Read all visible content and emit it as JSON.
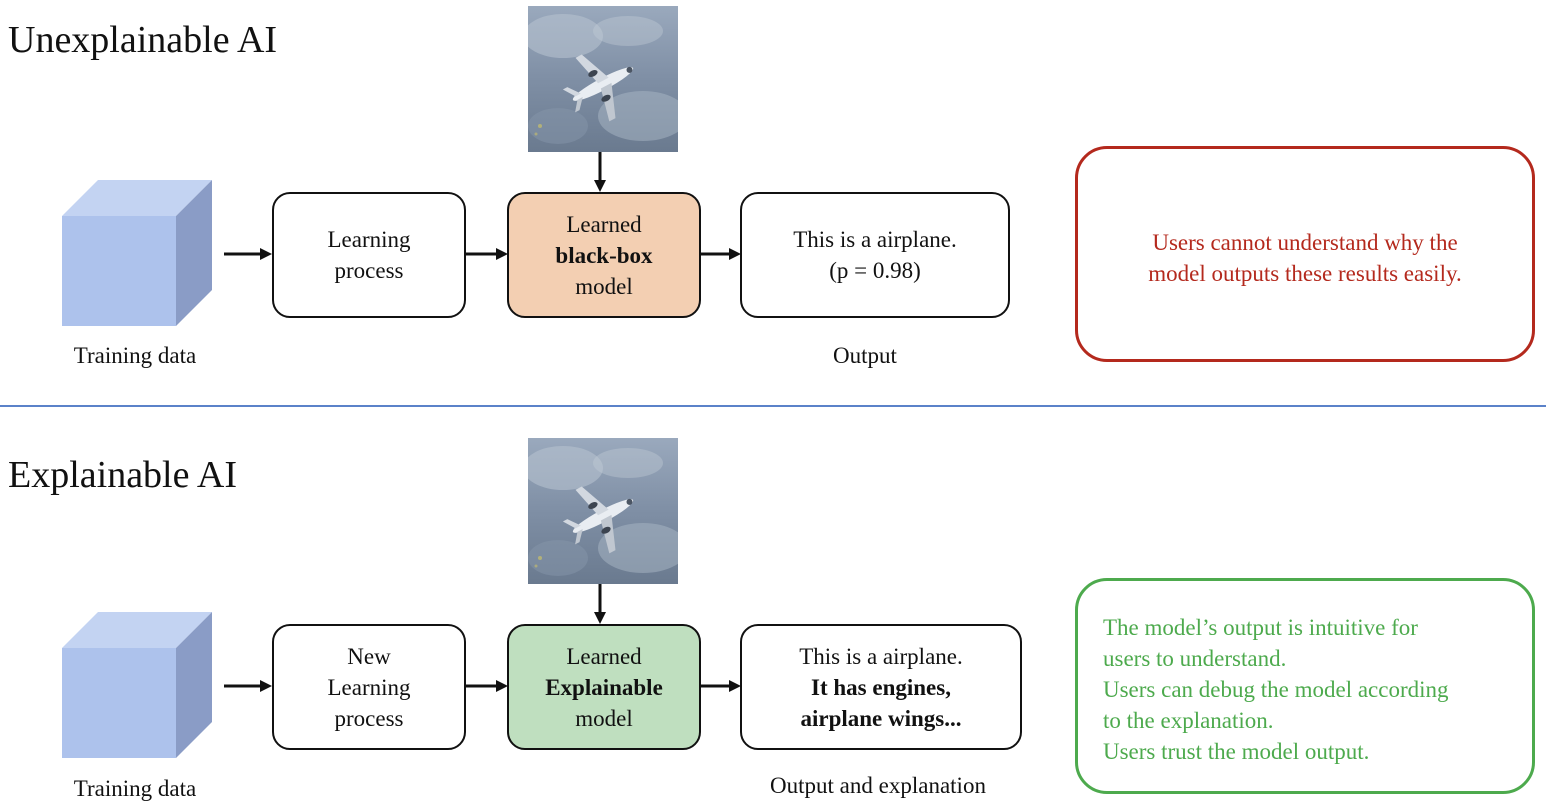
{
  "colors": {
    "black_box_fill": "#f3cfb2",
    "explainable_fill": "#bfdfbf",
    "cube_front": "#adc2ec",
    "cube_top": "#c3d3f2",
    "cube_side": "#8a9cc6",
    "warning_text": "#b4291d",
    "warning_border": "#b4291d",
    "positive_text": "#4daa4d",
    "positive_border": "#4daa4d",
    "divider": "#5b82c9"
  },
  "top": {
    "title": "Unexplainable AI",
    "training_label": "Training data",
    "process_lines": [
      "Learning",
      "process"
    ],
    "model_lines": [
      "Learned",
      "black-box",
      "model"
    ],
    "output_lines": [
      "This is a airplane.",
      "(p = 0.98)"
    ],
    "output_label": "Output",
    "note_lines": [
      "Users cannot understand why the",
      "model outputs these results easily."
    ],
    "image_icon": "airplane-photo"
  },
  "bottom": {
    "title": "Explainable AI",
    "training_label": "Training data",
    "process_lines": [
      "New",
      "Learning",
      "process"
    ],
    "model_lines": [
      "Learned",
      "Explainable",
      "model"
    ],
    "output_lines": [
      "This is a airplane.",
      "It has engines,",
      "airplane wings..."
    ],
    "output_label": "Output and explanation",
    "note_lines": [
      "The model’s output is intuitive for",
      "users to understand.",
      "Users can debug the model according",
      "to the explanation.",
      "Users trust the model output."
    ],
    "image_icon": "airplane-photo"
  }
}
